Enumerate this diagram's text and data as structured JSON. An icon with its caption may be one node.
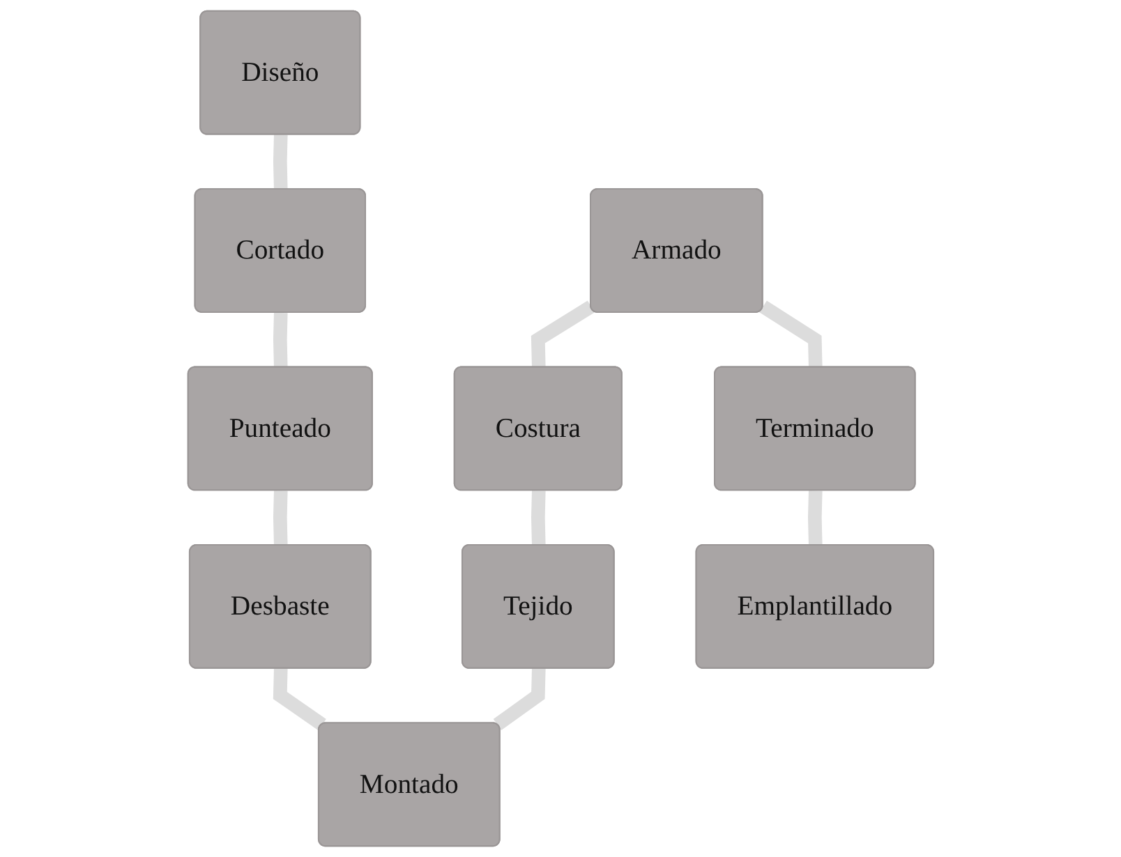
{
  "diagram": {
    "nodes": [
      {
        "text": [
          "Diseño"
        ]
      },
      {
        "text": [
          "Cortado"
        ]
      },
      {
        "text": [
          "Punteado"
        ]
      },
      {
        "text": [
          "Desbaste"
        ]
      },
      {
        "text": [
          "Montado"
        ]
      },
      {
        "text": [
          "Tejido"
        ]
      },
      {
        "text": [
          "Costura"
        ]
      },
      {
        "text": [
          "Armado"
        ]
      },
      {
        "text": [
          "Terminado"
        ]
      },
      {
        "text": [
          "Emplantillado"
        ]
      }
    ],
    "edges": [
      {
        "from": 0,
        "to": 1,
        "arrow": "none"
      },
      {
        "from": 1,
        "to": 2,
        "arrow": "none"
      },
      {
        "from": 2,
        "to": 3,
        "arrow": "none"
      },
      {
        "from": 3,
        "to": 4,
        "arrow": "none"
      },
      {
        "from": 5,
        "to": 4,
        "arrow": "none"
      },
      {
        "from": 6,
        "to": 5,
        "arrow": "none"
      },
      {
        "from": 7,
        "to": 6,
        "arrow": "none"
      },
      {
        "from": 7,
        "to": 8,
        "arrow": "none"
      },
      {
        "from": 8,
        "to": 9,
        "arrow": "none"
      }
    ]
  }
}
